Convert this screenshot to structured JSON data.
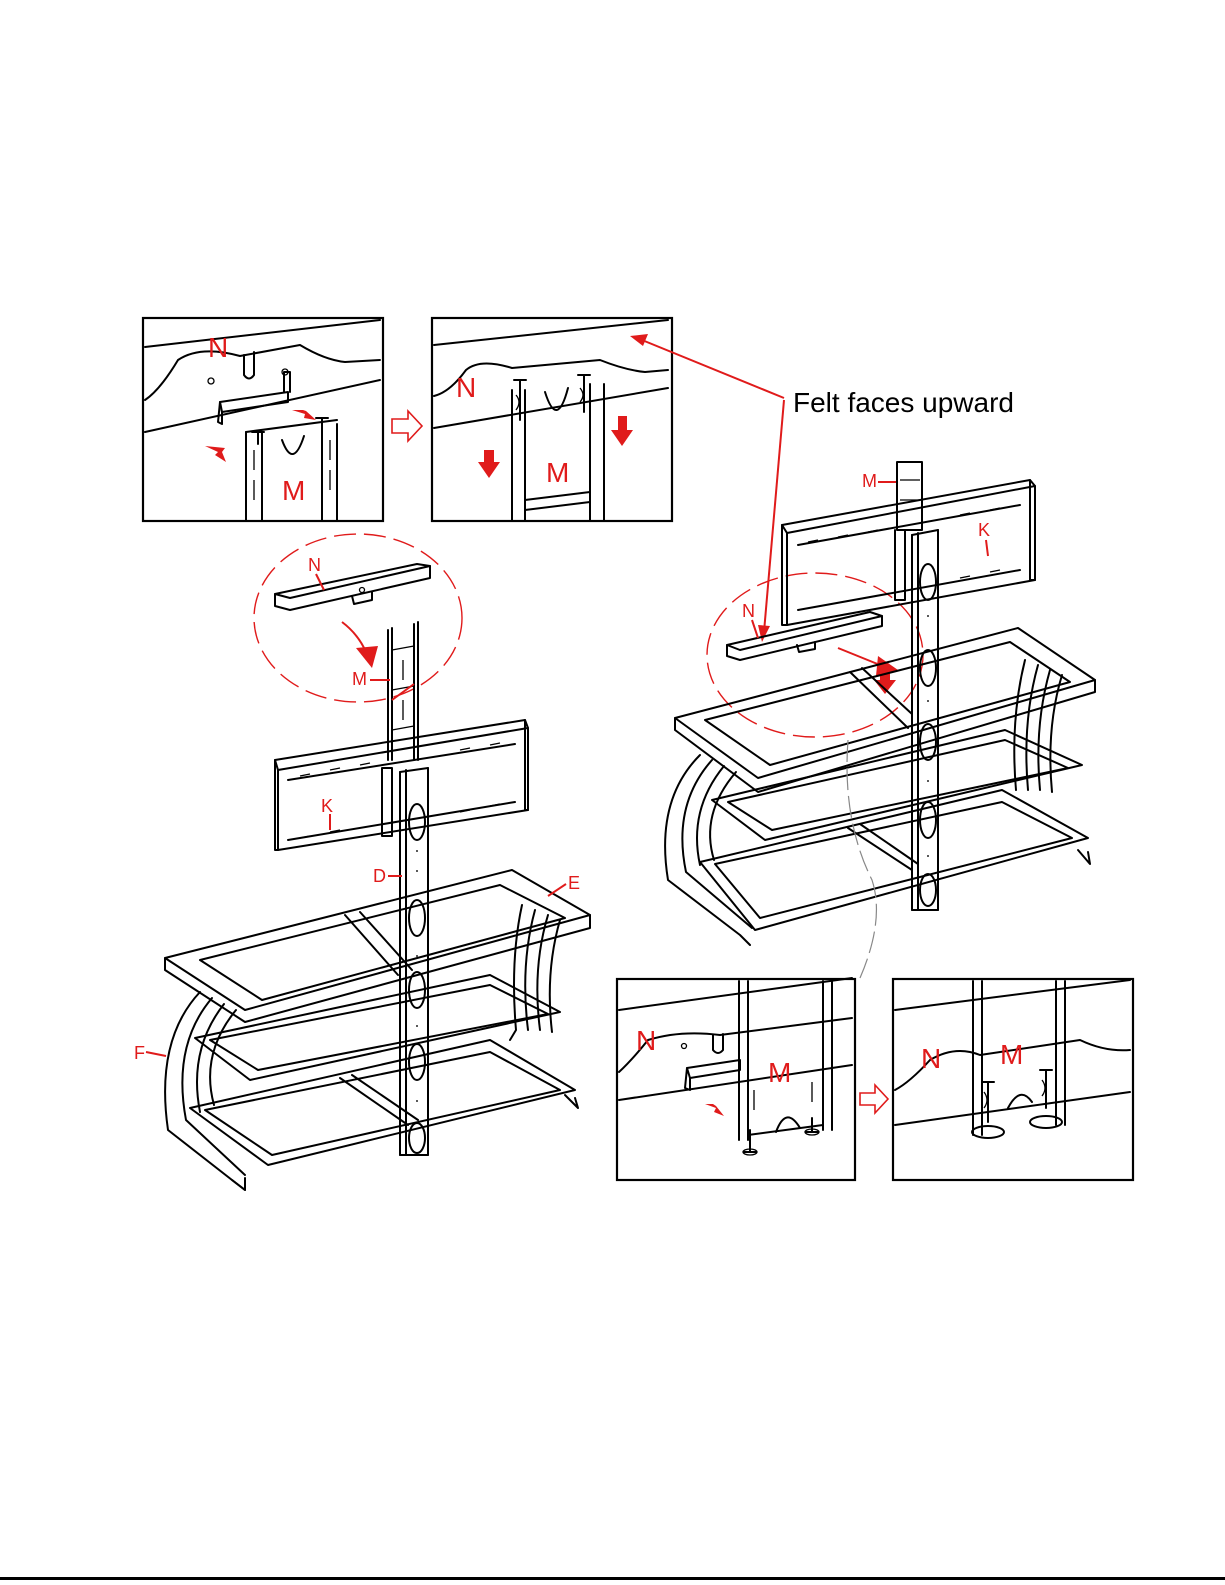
{
  "labels": {
    "n": "N",
    "m": "M",
    "k": "K",
    "d": "D",
    "e": "E",
    "f": "F"
  },
  "note": "Felt faces upward",
  "colors": {
    "label": "#e01b1b",
    "line": "#000000",
    "background": "#ffffff"
  },
  "icons": {
    "arrow": "red-arrow-icon",
    "next": "hollow-arrow-icon"
  }
}
